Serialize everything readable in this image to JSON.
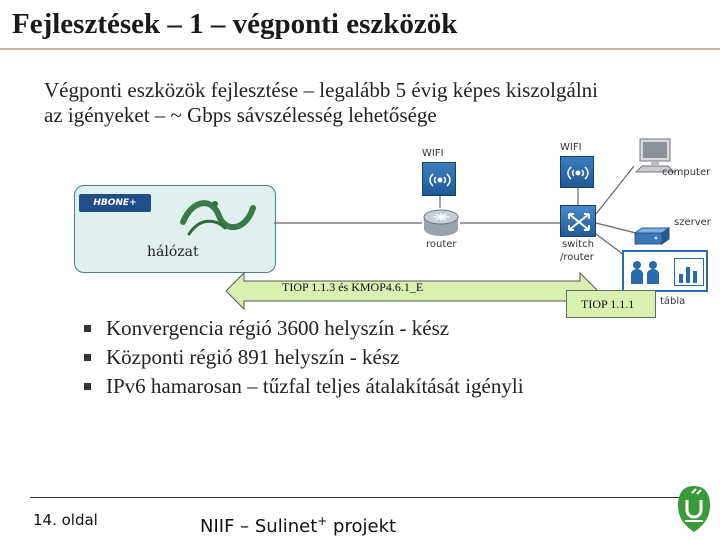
{
  "slide": {
    "title": "Fejlesztések – 1 – végponti eszközök",
    "intro_line1": "Végponti eszközök fejlesztése – legalább 5 évig képes kiszolgálni",
    "intro_line2": "az igényeket –  ~ Gbps sávszélesség lehetősége"
  },
  "diagram": {
    "wifi_left": "WIFI",
    "wifi_right": "WIFI",
    "computer": "computer",
    "szerver": "szerver",
    "router": "router",
    "switch_line1": "switch",
    "switch_line2": "/router",
    "tabla": "tábla",
    "halozat": "hálózat",
    "hbone": "HBONE+",
    "tiop_arrow": "TIOP 1.1.3 és KMOP4.6.1_E",
    "tiop_box": "TIOP 1.1.1"
  },
  "bullets": [
    "Konvergencia régió 3600 helyszín - kész",
    "Központi régió 891 helyszín - kész",
    "IPv6 hamarosan – tűzfal teljes átalakítását igényli"
  ],
  "footer": {
    "page": "14. oldal",
    "project": "NIIF – Sulinet",
    "plus": "+",
    "project_suffix": " projekt"
  },
  "colors": {
    "accent_green": "#3a9a3a",
    "cloud_fill": "#dff0ee",
    "cloud_border": "#4d7c93",
    "arrow_fill": "#d8f0b0",
    "device_blue": "#2a6aa8"
  }
}
